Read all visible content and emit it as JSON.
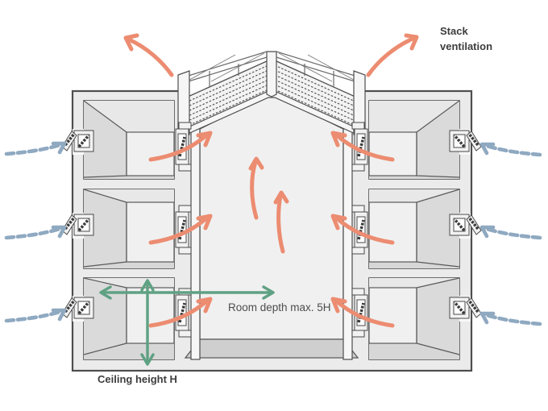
{
  "diagram": {
    "labels": {
      "stack_ventilation": "Stack ventilation",
      "room_depth": "Room depth max. 5H",
      "ceiling_height": "Ceiling height H"
    },
    "colors": {
      "warm_air": "#EC8C71",
      "cool_air": "#8FA9C1",
      "dimension": "#5FA183",
      "outline": "#4E4E4E",
      "wall_fill": "#EBEBEB",
      "label_text": "#3D3D3D",
      "dim_text": "#4D4D4D"
    },
    "arrows": {
      "warm_exhaust_count": 2,
      "warm_interior_count": 8,
      "cool_inlet_count": 6,
      "dimension_count": 2
    }
  }
}
